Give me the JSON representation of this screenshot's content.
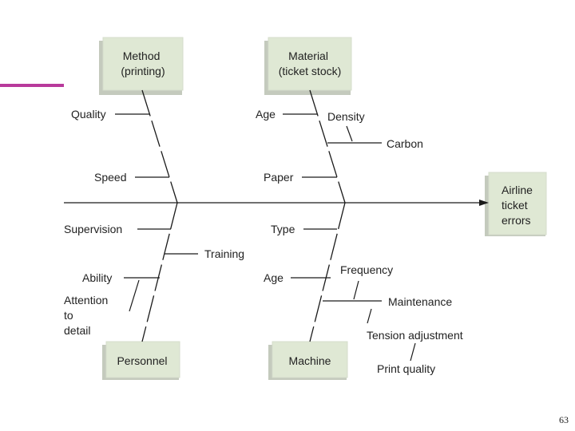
{
  "effect": [
    "Airline",
    "ticket",
    "errors"
  ],
  "categories": {
    "method": [
      "Method",
      "(printing)"
    ],
    "material": [
      "Material",
      "(ticket stock)"
    ],
    "personnel": [
      "Personnel"
    ],
    "machine": [
      "Machine"
    ]
  },
  "causes": {
    "method": {
      "quality": "Quality",
      "speed": "Speed"
    },
    "material": {
      "age": "Age",
      "density": "Density",
      "carbon": "Carbon",
      "paper": "Paper"
    },
    "personnel": {
      "supervision": "Supervision",
      "training": "Training",
      "ability": "Ability",
      "attention": [
        "Attention",
        "to",
        "detail"
      ]
    },
    "machine": {
      "type": "Type",
      "age": "Age",
      "frequency": "Frequency",
      "maintenance": "Maintenance",
      "tension": "Tension adjustment",
      "print_quality": "Print quality"
    }
  },
  "page_number": "63",
  "colors": {
    "box_fill": "#dfe8d4",
    "box_shadow": "#b9c0b2",
    "accent": "#b83a9b",
    "line": "#1a1a1a"
  }
}
